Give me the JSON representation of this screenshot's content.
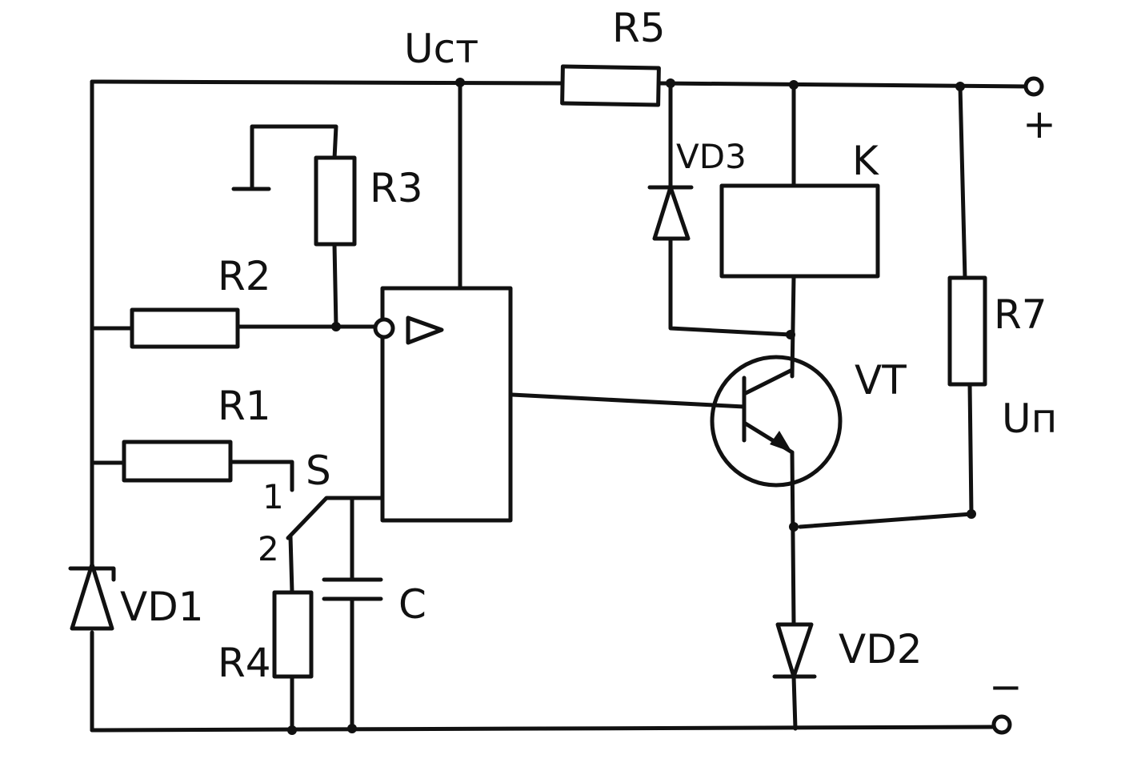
{
  "labels": {
    "ust": "Uст",
    "r5": "R5",
    "r3": "R3",
    "r2": "R2",
    "r1": "R1",
    "r4": "R4",
    "r7": "R7",
    "un": "Uп",
    "vd1": "VD1",
    "vd2": "VD2",
    "vd3": "VD3",
    "vt": "VT",
    "k": "K",
    "s": "S",
    "pos1": "1",
    "pos2": "2",
    "c": "C",
    "plus": "+",
    "minus": "−",
    "trig": "▷"
  }
}
